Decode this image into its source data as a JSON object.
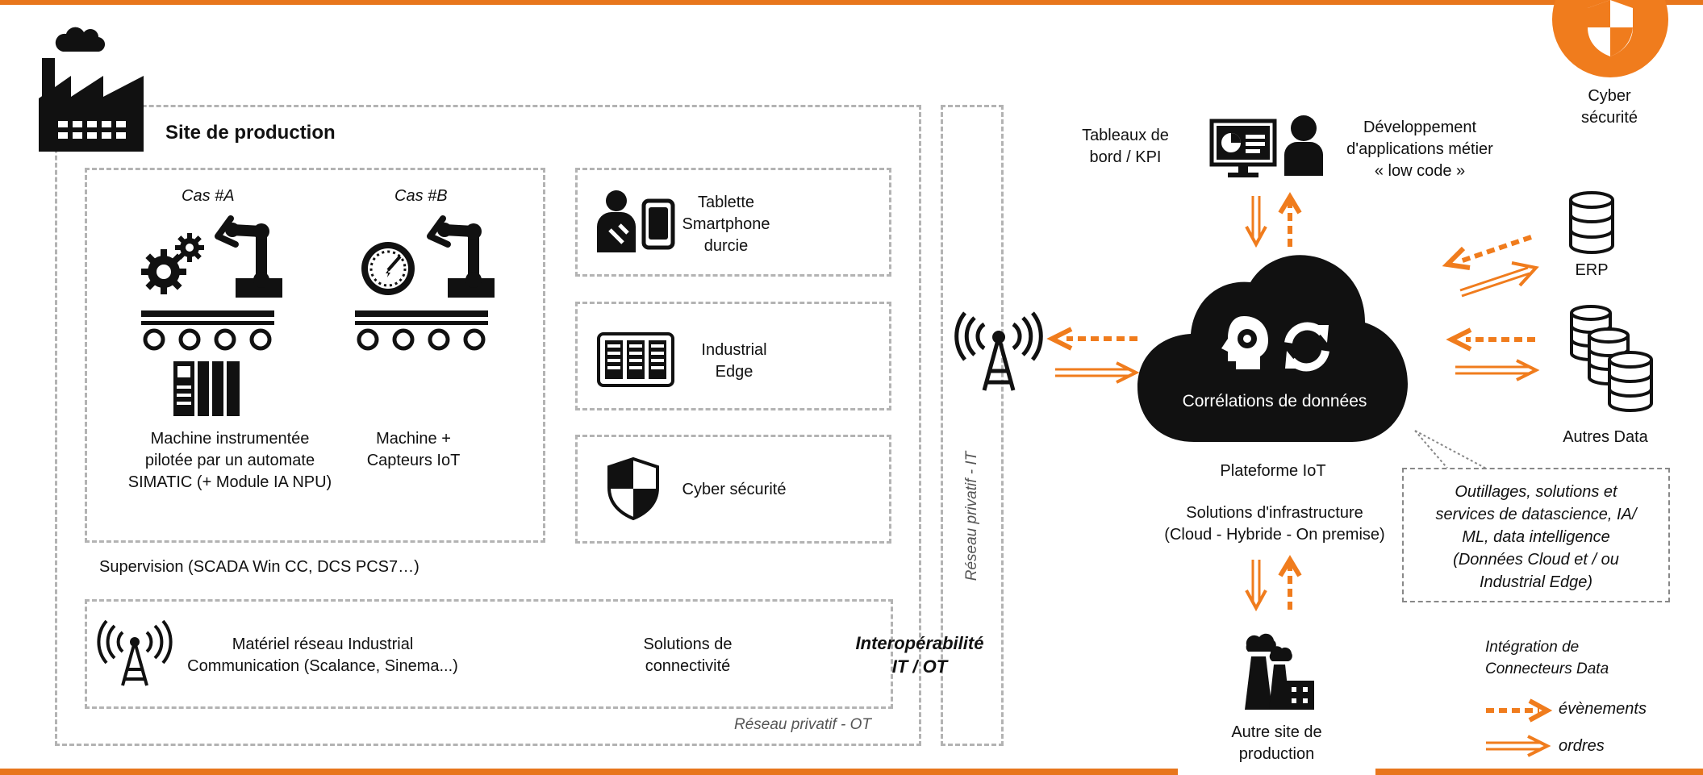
{
  "colors": {
    "accent": "#f07c1d",
    "frame": "#e8761c",
    "dash": "#b3b3b3",
    "ink": "#111111"
  },
  "site": {
    "title": "Site de production"
  },
  "cases": {
    "a": {
      "label": "Cas #A",
      "desc": [
        "Machine instrumentée",
        "pilotée par un automate",
        "SIMATIC (+ Module IA NPU)"
      ]
    },
    "b": {
      "label": "Cas #B",
      "desc": [
        "Machine +",
        "Capteurs IoT"
      ]
    }
  },
  "devices": {
    "tablet": [
      "Tablette",
      "Smartphone",
      "durcie"
    ],
    "edge": [
      "Industrial",
      "Edge"
    ],
    "cyber": "Cyber sécurité"
  },
  "supervision": "Supervision (SCADA Win CC, DCS PCS7…)",
  "network": {
    "materiel": [
      "Matériel réseau Industrial",
      "Communication (Scalance, Sinema...)"
    ],
    "solutions": [
      "Solutions de",
      "connectivité"
    ],
    "interop": [
      "Interopérabilité",
      "IT / OT"
    ],
    "ot_label": "Réseau privatif - OT",
    "it_label": "Réseau privatif - IT"
  },
  "platform": {
    "dashboards": [
      "Tableaux de",
      "bord / KPI"
    ],
    "dev": [
      "Développement",
      "d'applications métier",
      "« low code »"
    ],
    "cloud_label": "Corrélations de données",
    "iot": "Plateforme IoT",
    "infra": [
      "Solutions d'infrastructure",
      "(Cloud - Hybride - On premise)"
    ],
    "tools": [
      "Outillages, solutions et",
      "services de datascience, IA/",
      "ML, data intelligence",
      "(Données Cloud et / ou",
      "Industrial Edge)"
    ],
    "other_site": [
      "Autre site de",
      "production"
    ]
  },
  "right": {
    "cyber": [
      "Cyber",
      "sécurité"
    ],
    "erp": "ERP",
    "autres": "Autres Data"
  },
  "legend": {
    "title": [
      "Intégration de",
      "Connecteurs Data"
    ],
    "events": "évènements",
    "orders": "ordres"
  }
}
